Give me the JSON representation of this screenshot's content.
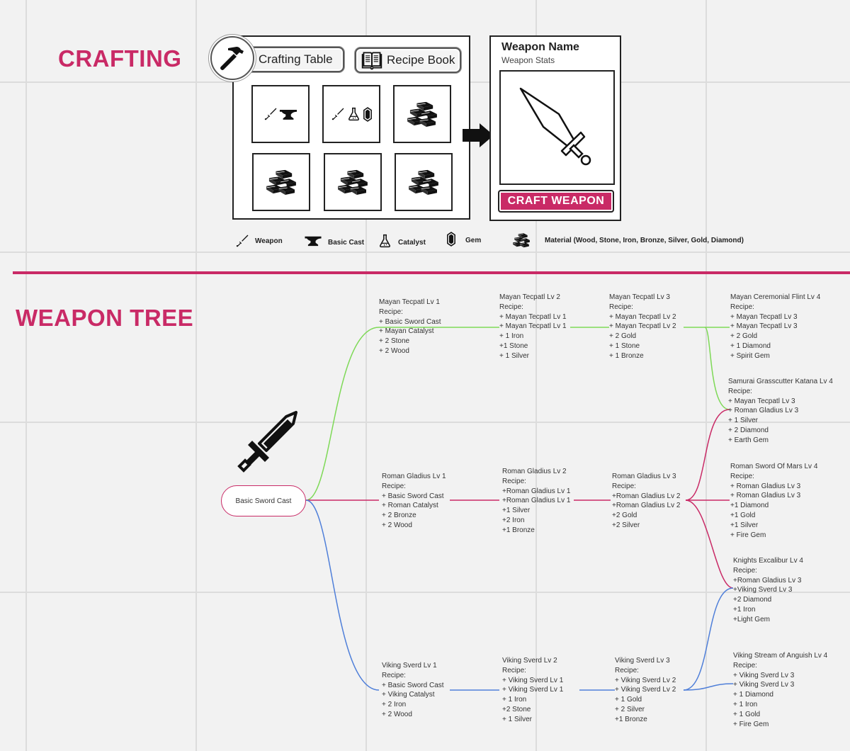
{
  "crafting": {
    "title": "CRAFTING",
    "crafting_table_label": "Crafting Table",
    "recipe_book_label": "Recipe Book",
    "slots": [
      {
        "contents": [
          "sword-icon",
          "anvil-icon"
        ]
      },
      {
        "contents": [
          "sword-icon",
          "flask-icon",
          "gem-icon"
        ]
      },
      {
        "contents": [
          "ingots-icon"
        ]
      },
      {
        "contents": [
          "ingots-icon"
        ]
      },
      {
        "contents": [
          "ingots-icon"
        ]
      },
      {
        "contents": [
          "ingots-icon"
        ]
      }
    ],
    "result": {
      "weapon_name": "Weapon Name",
      "weapon_stats": "Weapon Stats",
      "craft_button": "CRAFT WEAPON"
    },
    "legend": [
      {
        "icon": "sword-icon",
        "label": "Weapon"
      },
      {
        "icon": "anvil-icon",
        "label": "Basic Cast"
      },
      {
        "icon": "flask-icon",
        "label": "Catalyst"
      },
      {
        "icon": "gem-icon",
        "label": "Gem"
      },
      {
        "icon": "ingots-icon",
        "label": "Material (Wood, Stone, Iron, Bronze, Silver, Gold, Diamond)"
      }
    ]
  },
  "tree": {
    "title": "WEAPON TREE",
    "root_label": "Basic Sword Cast",
    "colors": {
      "mayan": "#7ed957",
      "roman": "#c92a66",
      "viking": "#4f7fd9",
      "accent": "#c92a66"
    },
    "nodes": {
      "mayan1": {
        "lines": [
          "Mayan Tecpatl Lv 1",
          "Recipe:",
          "+ Basic Sword Cast",
          "+ Mayan Catalyst",
          "+ 2 Stone",
          "+ 2 Wood"
        ]
      },
      "mayan2": {
        "lines": [
          "Mayan Tecpatl Lv 2",
          "Recipe:",
          "+ Mayan Tecpatl Lv 1",
          "+ Mayan Tecpatl Lv 1",
          "+ 1 Iron",
          "+1 Stone",
          "+ 1 Silver"
        ]
      },
      "mayan3": {
        "lines": [
          "Mayan Tecpatl Lv 3",
          "Recipe:",
          "+ Mayan Tecpatl Lv 2",
          "+ Mayan Tecpatl Lv 2",
          "+ 2 Gold",
          "+ 1 Stone",
          "+ 1 Bronze"
        ]
      },
      "flint": {
        "lines": [
          "Mayan Ceremonial Flint Lv 4",
          "Recipe:",
          "+ Mayan Tecpatl Lv 3",
          "+ Mayan Tecpatl Lv 3",
          "+ 2 Gold",
          "+ 1 Diamond",
          "+ Spirit Gem"
        ]
      },
      "katana": {
        "lines": [
          "Samurai Grasscutter Katana Lv 4",
          "Recipe:",
          "+ Mayan Tecpatl Lv 3",
          "+ Roman Gladius Lv 3",
          "+ 1 Silver",
          "+ 2 Diamond",
          "+ Earth Gem"
        ]
      },
      "roman1": {
        "lines": [
          "Roman Gladius Lv 1",
          "Recipe:",
          "+ Basic Sword Cast",
          "+ Roman Catalyst",
          "+ 2 Bronze",
          "+ 2 Wood"
        ]
      },
      "roman2": {
        "lines": [
          "Roman Gladius Lv 2",
          "Recipe:",
          "+Roman Gladius Lv  1",
          "+Roman Gladius Lv 1",
          "+1 Silver",
          "+2 Iron",
          "+1 Bronze"
        ]
      },
      "roman3": {
        "lines": [
          "Roman Gladius Lv 3",
          "Recipe:",
          "+Roman Gladius Lv 2",
          "+Roman Gladius Lv 2",
          "+2 Gold",
          "+2 Silver"
        ]
      },
      "mars": {
        "lines": [
          "Roman Sword Of Mars Lv 4",
          "Recipe:",
          "+ Roman Gladius Lv 3",
          "+ Roman Gladius Lv 3",
          "+1 Diamond",
          "+1 Gold",
          "+1 Silver",
          "+ Fire Gem"
        ]
      },
      "excalibur": {
        "lines": [
          "Knights Excalibur Lv 4",
          "Recipe:",
          "+Roman Gladius Lv 3",
          "+Viking Sverd Lv 3",
          "+2 Diamond",
          "+1 Iron",
          "+Light Gem"
        ]
      },
      "viking1": {
        "lines": [
          "Viking Sverd Lv 1",
          "Recipe:",
          "+ Basic Sword Cast",
          "+ Viking Catalyst",
          "+ 2 Iron",
          "+ 2 Wood"
        ]
      },
      "viking2": {
        "lines": [
          "Viking Sverd Lv 2",
          "Recipe:",
          "+ Viking Sverd Lv 1",
          "+ Viking Sverd Lv 1",
          "+ 1 Iron",
          "+2 Stone",
          "+ 1 Silver"
        ]
      },
      "viking3": {
        "lines": [
          "Viking Sverd Lv 3",
          "Recipe:",
          "+ Viking Sverd Lv 2",
          "+ Viking Sverd Lv 2",
          "+ 1 Gold",
          "+ 2 Silver",
          "+1 Bronze"
        ]
      },
      "anguish": {
        "lines": [
          "Viking Stream of Anguish Lv 4",
          "Recipe:",
          "+ Viking Sverd Lv 3",
          "+ Viking Sverd Lv 3",
          "+ 1 Diamond",
          "+ 1 Iron",
          "+ 1 Gold",
          "+ Fire Gem"
        ]
      }
    }
  }
}
